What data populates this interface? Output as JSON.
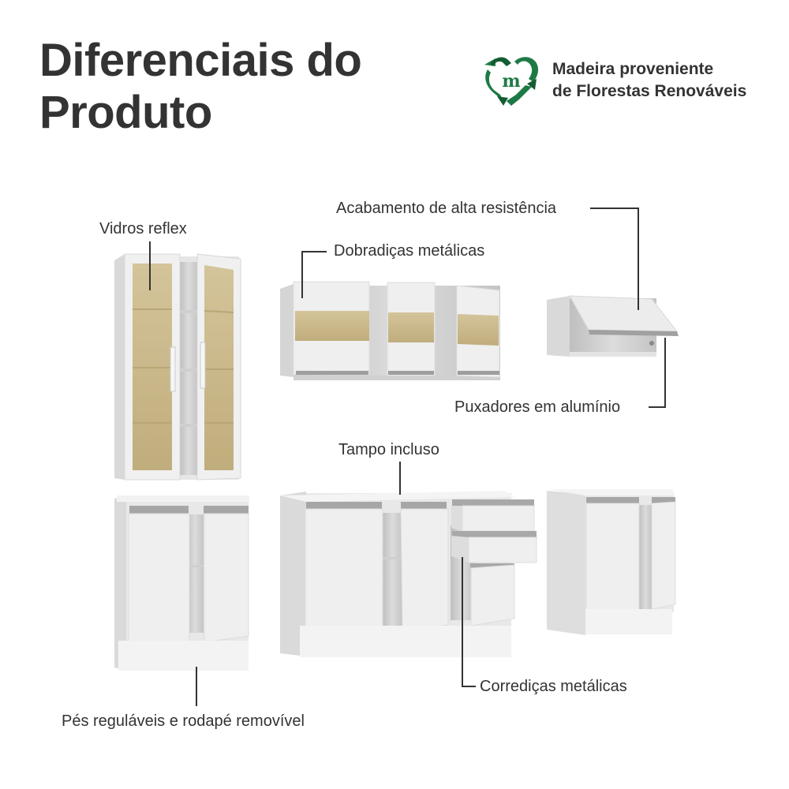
{
  "header": {
    "title_line1": "Diferenciais do",
    "title_line2": "Produto"
  },
  "eco_badge": {
    "icon": "recycle-heart-m-icon",
    "line1": "Madeira proveniente",
    "line2": "de Florestas Renováveis",
    "colors": {
      "primary": "#1e7a45",
      "dark": "#145c33"
    }
  },
  "features": [
    {
      "id": "vidros",
      "label": "Vidros reflex"
    },
    {
      "id": "dobradicas",
      "label": "Dobradiças metálicas"
    },
    {
      "id": "acabamento",
      "label": "Acabamento de alta resistência"
    },
    {
      "id": "puxadores",
      "label": "Puxadores em alumínio"
    },
    {
      "id": "tampo",
      "label": "Tampo incluso"
    },
    {
      "id": "corredicas",
      "label": "Corrediças metálicas"
    },
    {
      "id": "pes",
      "label": "Pés reguláveis e rodapé removível"
    }
  ],
  "colors": {
    "text": "#333333",
    "cabinet_white": "#ececec",
    "cabinet_shadow": "#d2d2d2",
    "glass": "#c9b98a",
    "aluminum": "#a8a8a8"
  }
}
